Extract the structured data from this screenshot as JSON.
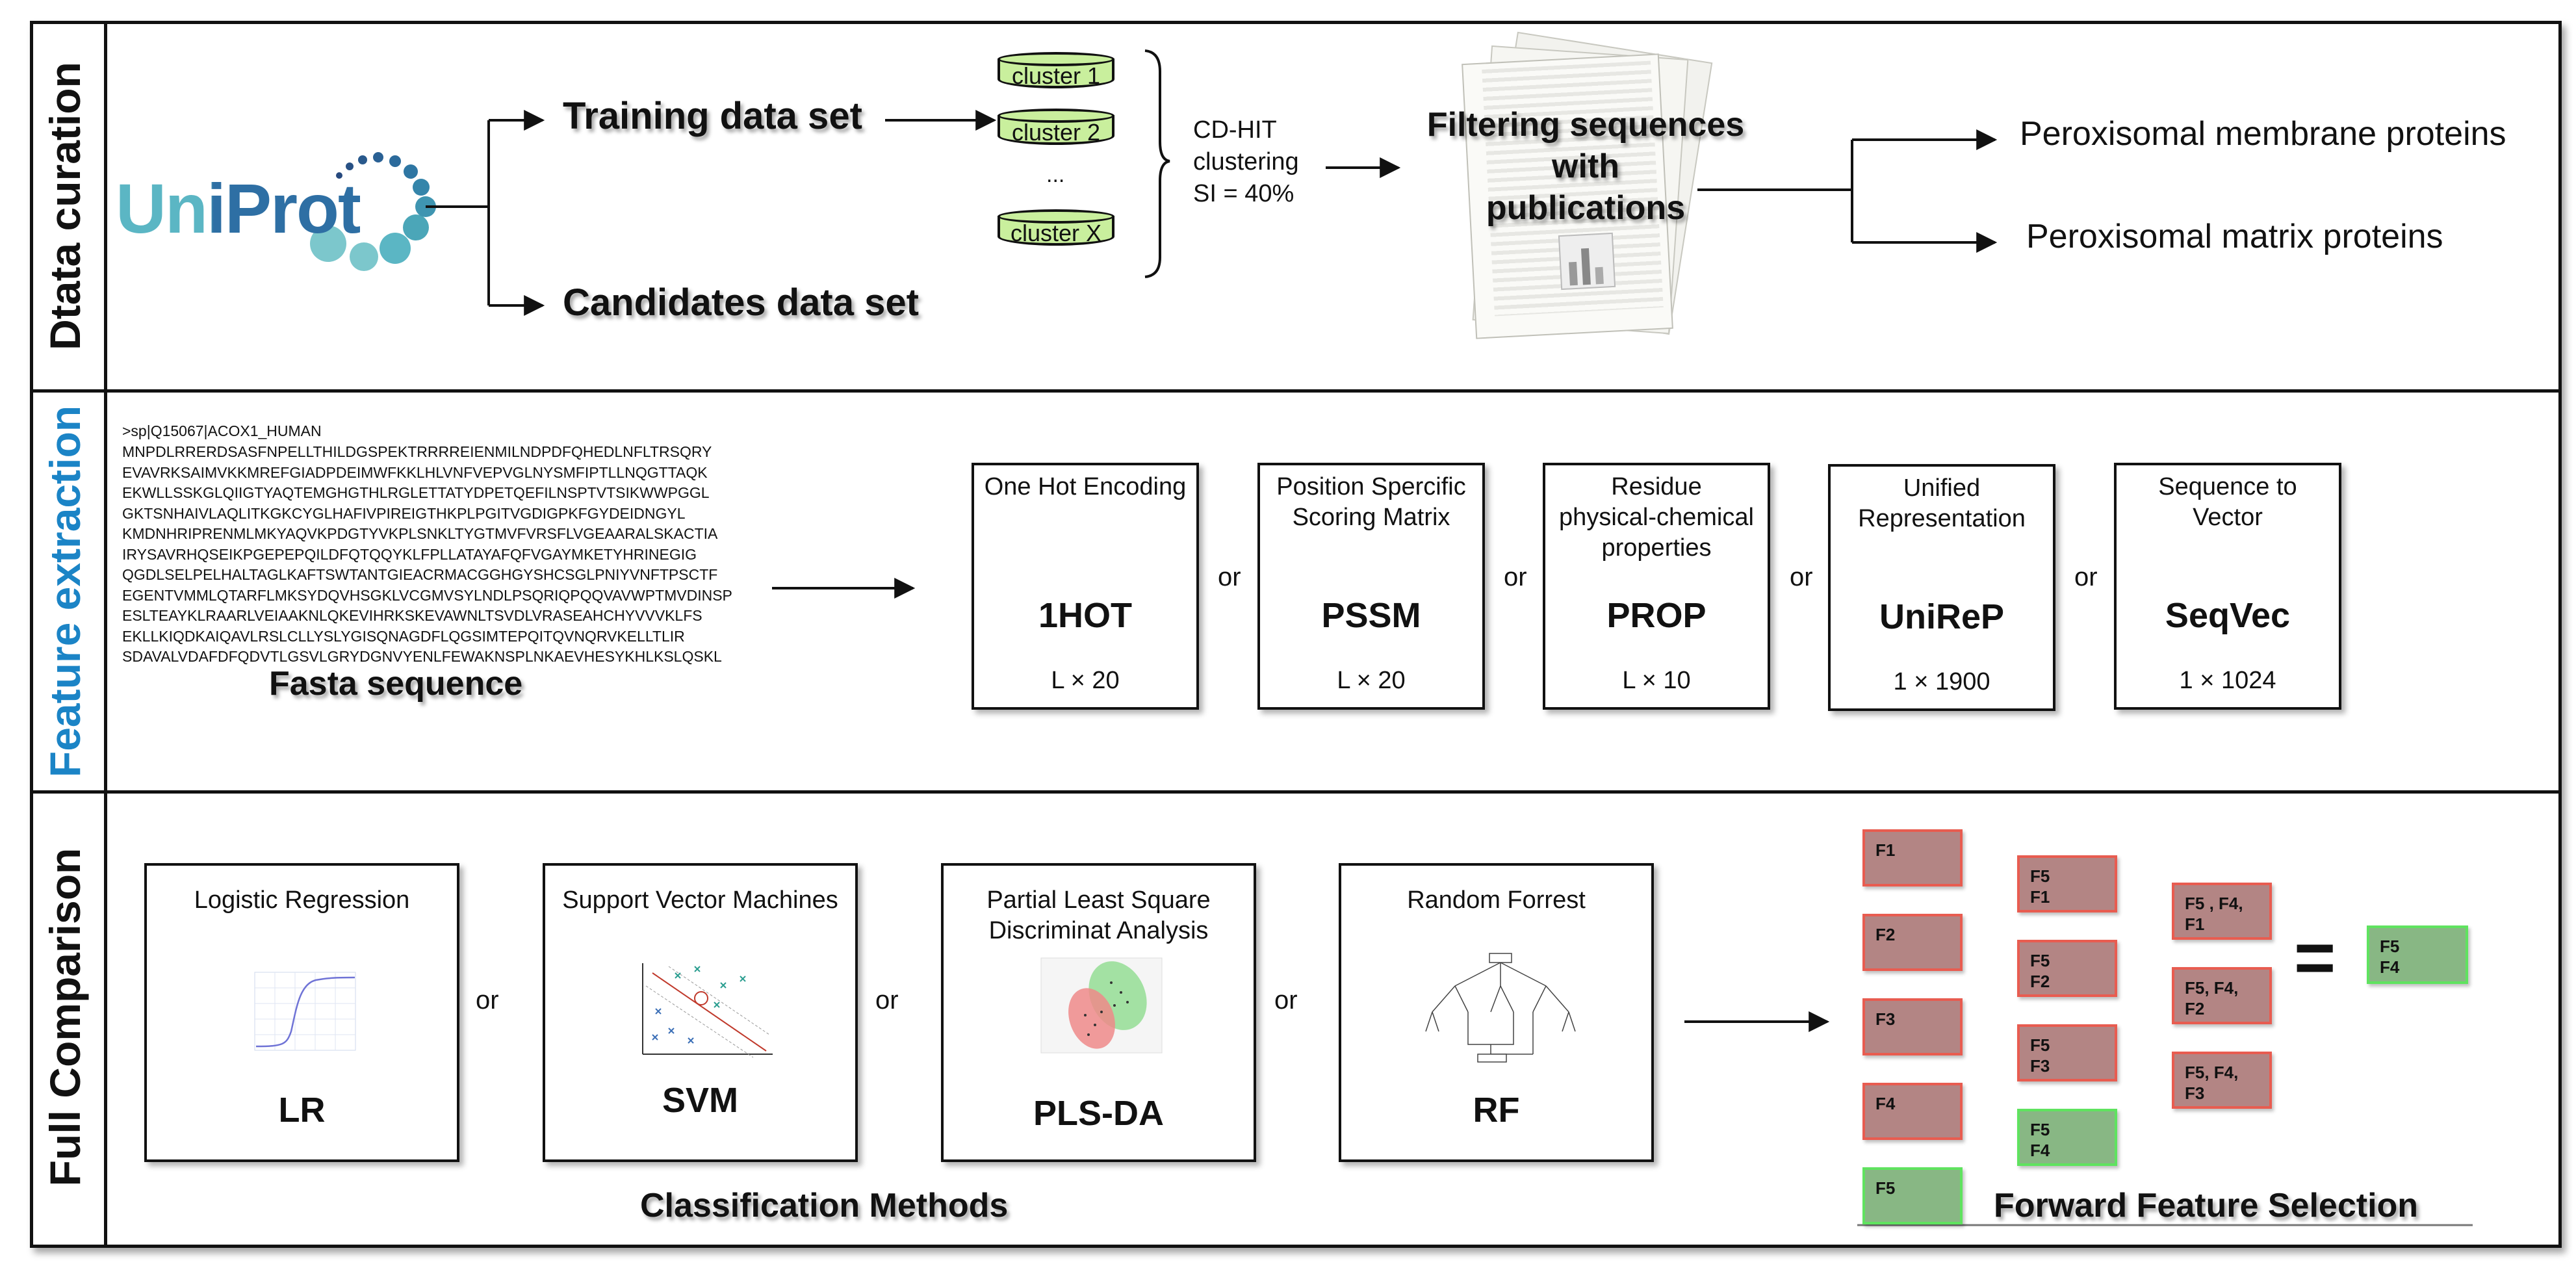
{
  "rows": {
    "curation": "Dtata curation",
    "extraction": "Feature extraction",
    "comparison": "Full Comparison"
  },
  "colors": {
    "uniprot_teal": "#5bb6c4",
    "uniprot_blue": "#2e6fa4",
    "feature_extraction_blue": "#1b84c6",
    "cluster_fill": "#c9ef9d",
    "feature_red_fill": "#b38584",
    "feature_red_border": "#e85c50",
    "feature_green_fill": "#88b784",
    "feature_green_border": "#5fe35f"
  },
  "curation": {
    "logo": "UniProt",
    "training": "Training data set",
    "candidates": "Candidates data set",
    "clusters": [
      "cluster 1",
      "cluster 2",
      "...",
      "cluster X"
    ],
    "cdhit_lines": [
      "CD-HIT",
      "clustering",
      "SI = 40%"
    ],
    "filtering_lines": [
      "Filtering sequences",
      "with",
      "publications"
    ],
    "outputs": [
      "Peroxisomal membrane proteins",
      "Peroxisomal matrix proteins"
    ]
  },
  "extraction": {
    "fasta_header": ">sp|Q15067|ACOX1_HUMAN",
    "fasta_lines": [
      "MNPDLRRERDSASFNPELLTHILDGSPEKTRRRREIENMILNDPDFQHEDLNFLTRSQRY",
      "EVAVRKSAIMVKKMREFGIADPDEIMWFKKLHLVNFVEPVGLNYSMFIPTLLNQGTTAQK",
      "EKWLLSSKGLQIIGTYAQTEMGHGTHLRGLETTATYDPETQEFILNSPTVTSIKWWPGGL",
      "GKTSNHAIVLAQLITKGKCYGLHAFIVPIREIGTHKPLPGITVGDIGPKFGYDEIDNGYL",
      "KMDNHRIPRENMLMKYAQVKPDGTYVKPLSNKLTYGTMVFVRSFLVGEAARALSKACTIA",
      "IRYSAVRHQSEIKPGEPEPQILDFQTQQYKLFPLLATAYAFQFVGAYMKETYHRINEGIG",
      "QGDLSELPELHALTAGLKAFTSWTANTGIEACRMACGGHGYSHCSGLPNIYVNFTPSCTF",
      "EGENTVMMLQTARFLMKSYDQVHSGKLVCGMVSYLNDLPSQRIQPQQVAVWPTMVDINSP",
      "ESLTEAYKLRAARLVEIAAKNLQKEVIHRKSKEVAWNLTSVDLVRASEAHCHYVVVKLFS",
      "EKLLKIQDKAIQAVLRSLCLLYSLYGISQNAGDFLQGSIMTEPQITQVNQRVKELLTLIR",
      "SDAVALVDAFDFQDVTLGSVLGRYDGNVYENLFEWAKNSPLNKAEVHESYKHLKSLQSKL"
    ],
    "fasta_label": "Fasta sequence",
    "or": "or",
    "encodings": [
      {
        "title": "One Hot Encoding",
        "abbr": "1HOT",
        "dim": "L × 20"
      },
      {
        "title": "Position Spercific\nScoring Matrix",
        "abbr": "PSSM",
        "dim": "L × 20"
      },
      {
        "title": "Residue\nphysical-chemical\nproperties",
        "abbr": "PROP",
        "dim": "L × 10"
      },
      {
        "title": "Unified\nRepresentation",
        "abbr": "UniReP",
        "dim": "1 × 1900"
      },
      {
        "title": "Sequence to\nVector",
        "abbr": "SeqVec",
        "dim": "1 × 1024"
      }
    ]
  },
  "comparison": {
    "methods": [
      {
        "title": "Logistic Regression",
        "abbr": "LR"
      },
      {
        "title": "Support Vector Machines",
        "abbr": "SVM"
      },
      {
        "title": "Partial Least Square\nDiscriminat Analysis",
        "abbr": "PLS-DA"
      },
      {
        "title": "Random Forrest",
        "abbr": "RF"
      }
    ],
    "or": "or",
    "methods_label": "Classification Methods",
    "selection_label": "Forward Feature Selection",
    "round1": [
      "F1",
      "F2",
      "F3",
      "F4",
      "F5"
    ],
    "round2": [
      "F5\nF1",
      "F5\nF2",
      "F5\nF3",
      "F5\nF4"
    ],
    "round3": [
      "F5 , F4,\nF1",
      "F5, F4,\nF2",
      "F5, F4,\nF3"
    ],
    "equals": "=",
    "result": "F5\nF4"
  }
}
